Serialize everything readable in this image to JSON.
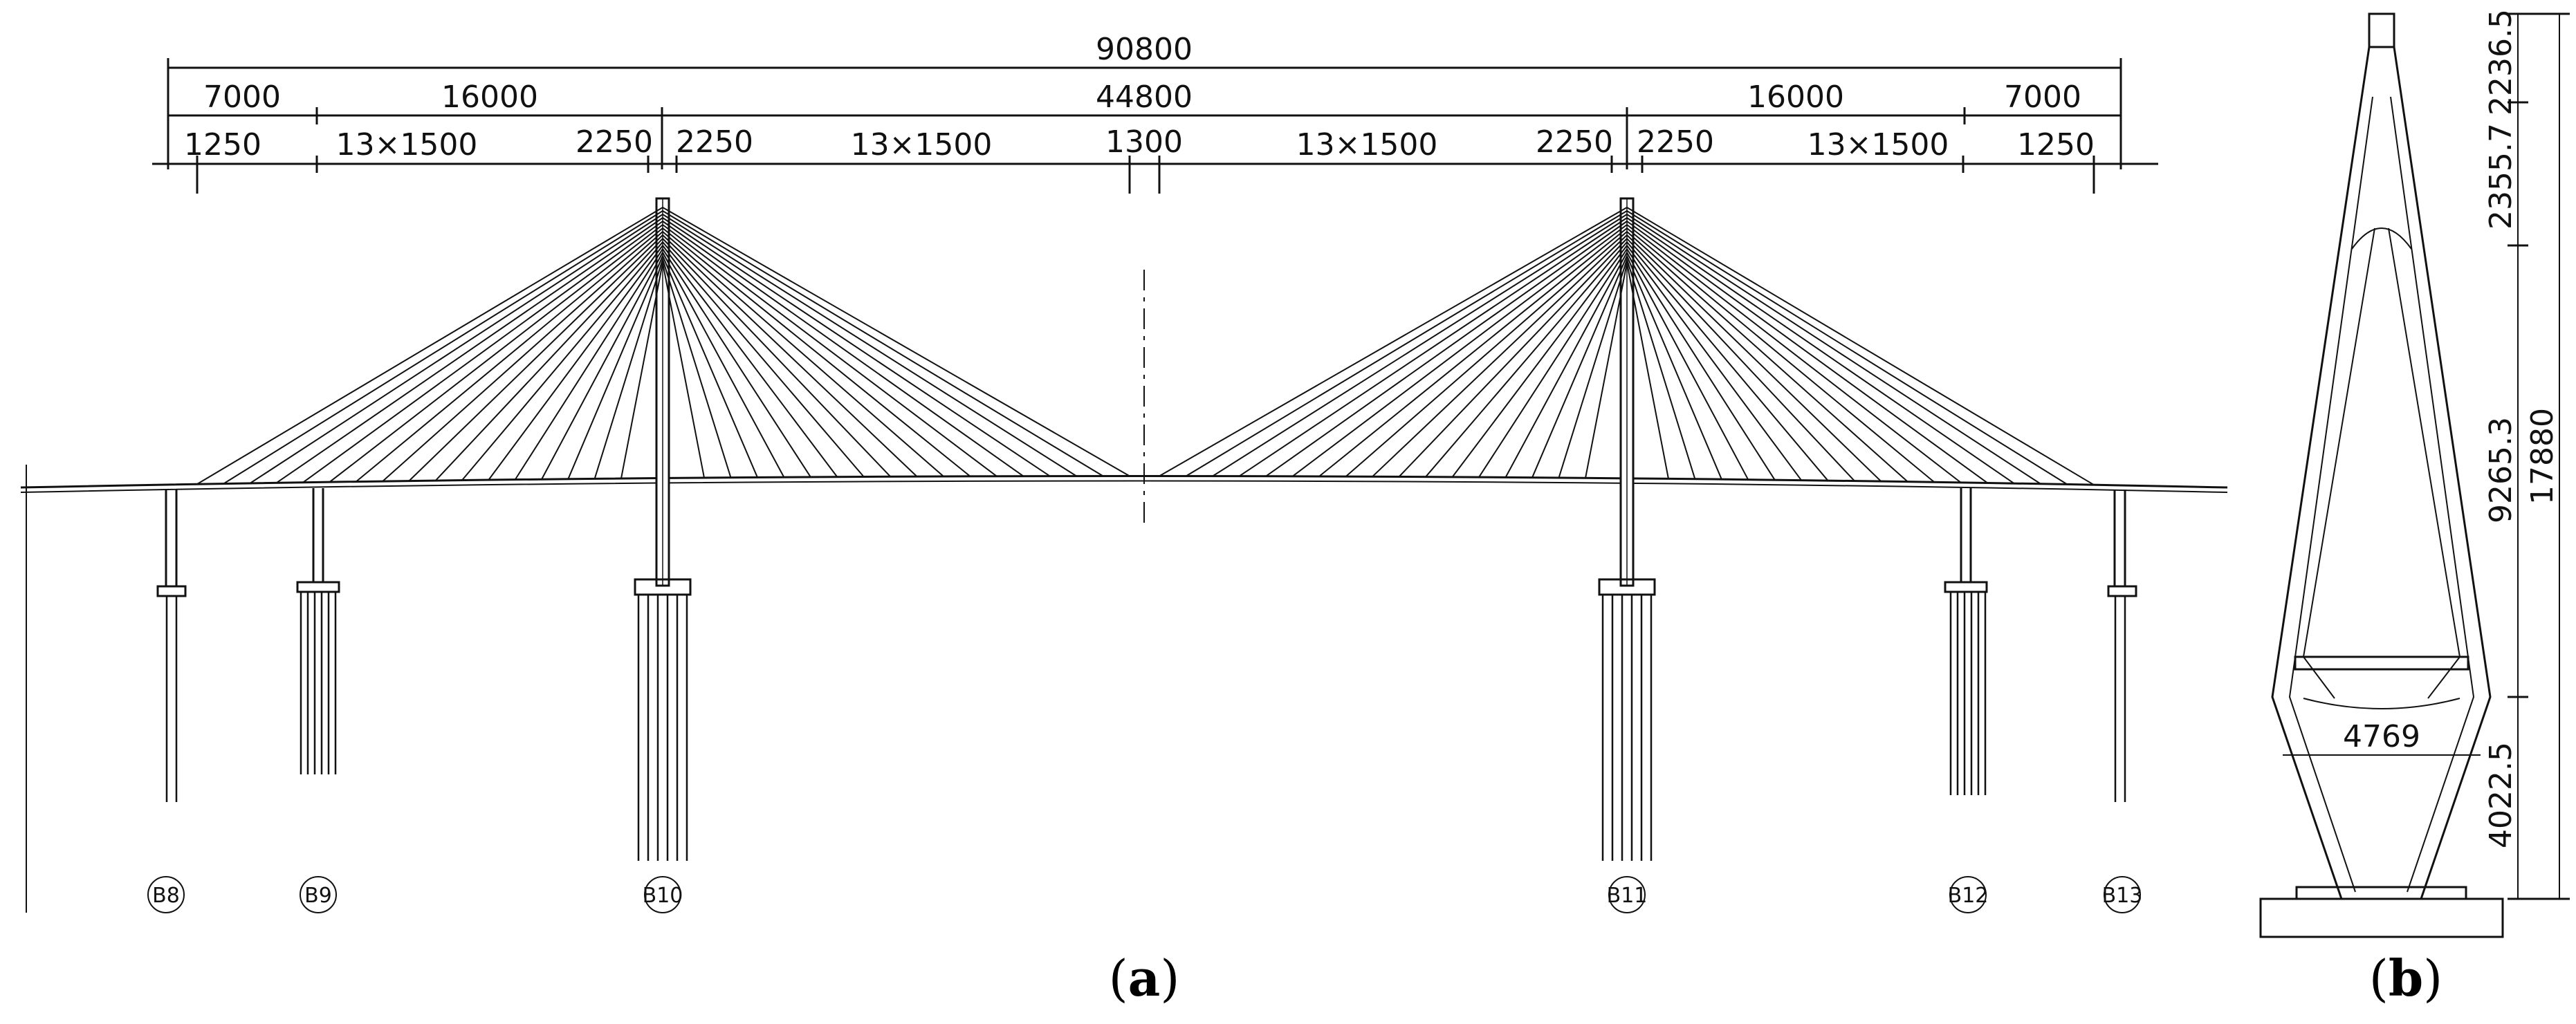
{
  "figure_a": {
    "caption_letter": "a",
    "dimensions": {
      "total": "90800",
      "side_span_left": "7000",
      "back_span_left": "16000",
      "middle": "44800",
      "back_span_right": "16000",
      "side_span_right": "7000",
      "seg_1250_left": "1250",
      "seg_13x1500_1": "13×1500",
      "seg_2250_1": "2250",
      "seg_2250_2": "2250",
      "seg_13x1500_2": "13×1500",
      "seg_1300": "1300",
      "seg_13x1500_3": "13×1500",
      "seg_2250_3": "2250",
      "seg_2250_4": "2250",
      "seg_13x1500_4": "13×1500",
      "seg_1250_right": "1250"
    },
    "piers": [
      "B8",
      "B9",
      "B10",
      "B11",
      "B12",
      "B13"
    ]
  },
  "figure_b": {
    "caption_letter": "b",
    "dimensions": {
      "top": "2236.5",
      "upper": "2355.7",
      "middle": "9265.3",
      "total": "17880",
      "lower": "4022.5",
      "width": "4769"
    }
  },
  "colors": {
    "line": "#111111",
    "background": "#ffffff"
  }
}
